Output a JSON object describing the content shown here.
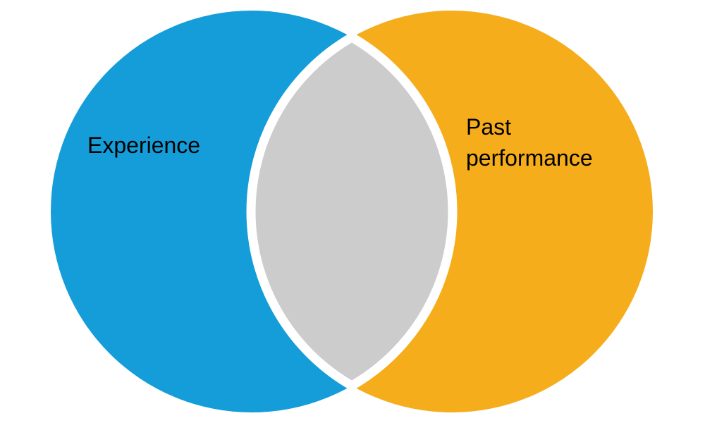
{
  "diagram": {
    "type": "venn-2",
    "background": "#ffffff",
    "sets": [
      {
        "id": "experience",
        "label": "Experience",
        "color": "#149DD9"
      },
      {
        "id": "past-performance",
        "label": "Past performance",
        "color": "#F5AD1B"
      }
    ],
    "intersection": {
      "color": "#CCCCCC",
      "separator_color": "#FFFFFF"
    },
    "label_color": "#000000"
  }
}
